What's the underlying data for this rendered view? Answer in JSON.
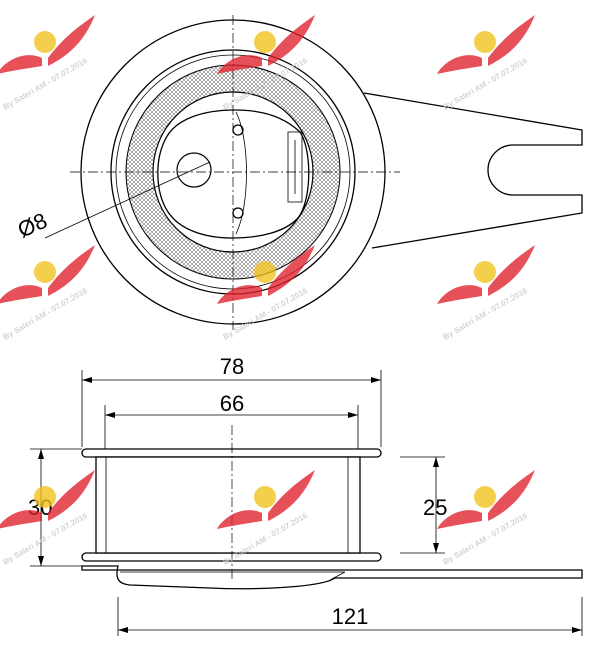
{
  "dimensions": {
    "bore": "Ø8",
    "outer_diameter": "78",
    "inner_width": "66",
    "overall_height": "30",
    "pulley_width": "25",
    "overall_length": "121"
  },
  "watermark": {
    "text": "By Saleri AM - 07.07.2016",
    "colors": {
      "wing": "#e0202a",
      "badge": "#f2c21b"
    }
  }
}
